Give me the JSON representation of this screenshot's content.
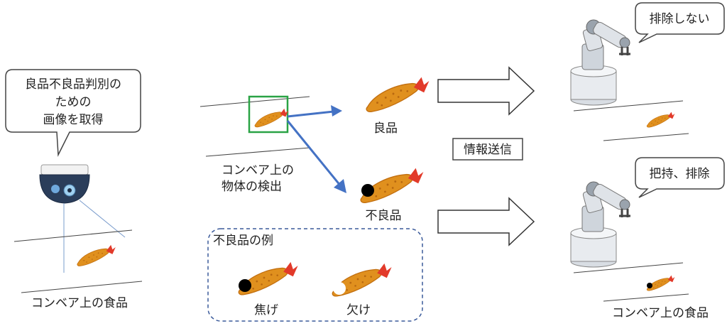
{
  "camera": {
    "speech": [
      "良品不良品判別の",
      "ための",
      "画像を取得"
    ],
    "conveyor_label": "コンベア上の食品"
  },
  "detection": {
    "conveyor_label": [
      "コンベア上の",
      "物体の検出"
    ]
  },
  "results": {
    "good_label": "良品",
    "defect_label": "不良品"
  },
  "defect_examples": {
    "title": "不良品の例",
    "items": [
      "焦げ",
      "欠け"
    ]
  },
  "transmission": {
    "label": "情報送信"
  },
  "robots": {
    "top_speech": "排除しない",
    "bottom_speech": "把持、排除",
    "conveyor_label": "コンベア上の食品"
  },
  "colors": {
    "detect_box": "#2aa345",
    "blue_arrow": "#4472c4",
    "shrimp_body": "#e0901e",
    "shrimp_tail": "#e23a2a",
    "burn": "#000000"
  }
}
